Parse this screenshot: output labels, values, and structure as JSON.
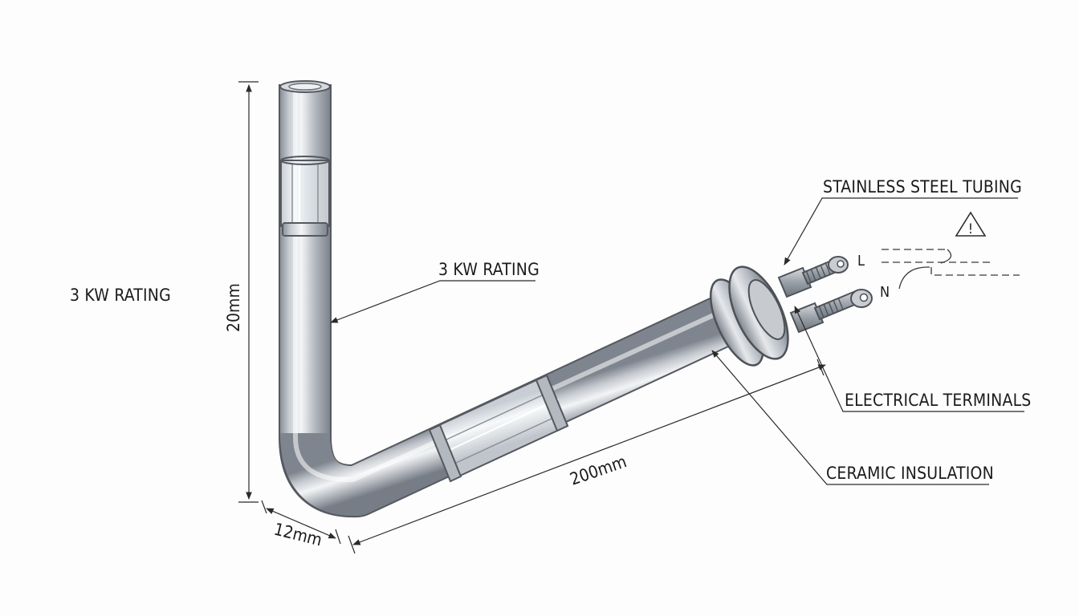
{
  "labels": {
    "rating_left": "3 KW RATING",
    "rating_pointer": "3 KW RATING",
    "stainless": "STAINLESS STEEL TUBING",
    "electrical": "ELECTRICAL TERMINALS",
    "ceramic": "CERAMIC INSULATION"
  },
  "dimensions": {
    "height": "20mm",
    "length": "200mm",
    "diameter": "12mm"
  },
  "terminals": {
    "line": "L",
    "neutral": "N"
  },
  "warning": {
    "symbol": "!"
  }
}
